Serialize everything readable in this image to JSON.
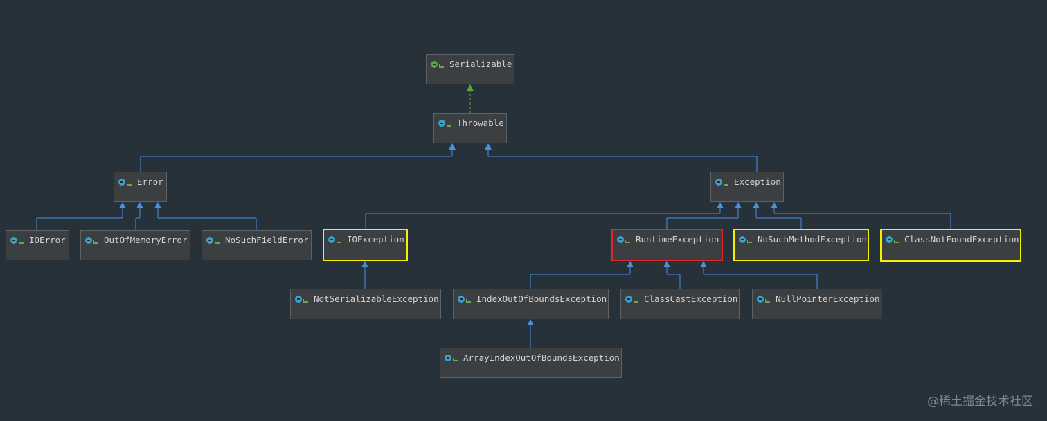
{
  "diagram": {
    "nodes": [
      {
        "id": "serializable",
        "label": "Serializable",
        "kind": "interface",
        "highlight": "none"
      },
      {
        "id": "throwable",
        "label": "Throwable",
        "kind": "class",
        "highlight": "none"
      },
      {
        "id": "error",
        "label": "Error",
        "kind": "class",
        "highlight": "none"
      },
      {
        "id": "exception",
        "label": "Exception",
        "kind": "class",
        "highlight": "none"
      },
      {
        "id": "ioerror",
        "label": "IOError",
        "kind": "class",
        "highlight": "none"
      },
      {
        "id": "outofmemoryerror",
        "label": "OutOfMemoryError",
        "kind": "class",
        "highlight": "none"
      },
      {
        "id": "nosuchfielderror",
        "label": "NoSuchFieldError",
        "kind": "class",
        "highlight": "none"
      },
      {
        "id": "ioexception",
        "label": "IOException",
        "kind": "class",
        "highlight": "yellow"
      },
      {
        "id": "runtimeexception",
        "label": "RuntimeException",
        "kind": "class",
        "highlight": "red"
      },
      {
        "id": "nosuchmethodexception",
        "label": "NoSuchMethodException",
        "kind": "class",
        "highlight": "yellow"
      },
      {
        "id": "classnotfoundexception",
        "label": "ClassNotFoundException",
        "kind": "class",
        "highlight": "yellow"
      },
      {
        "id": "notserializableexception",
        "label": "NotSerializableException",
        "kind": "class",
        "highlight": "none"
      },
      {
        "id": "indexoutofboundsexception",
        "label": "IndexOutOfBoundsException",
        "kind": "class",
        "highlight": "none"
      },
      {
        "id": "classcastexception",
        "label": "ClassCastException",
        "kind": "class",
        "highlight": "none"
      },
      {
        "id": "nullpointerexception",
        "label": "NullPointerException",
        "kind": "class",
        "highlight": "none"
      },
      {
        "id": "arrayindexoutofboundsexception",
        "label": "ArrayIndexOutOfBoundsException",
        "kind": "class",
        "highlight": "none"
      }
    ],
    "edges": [
      {
        "from": "throwable",
        "to": "serializable",
        "type": "implements"
      },
      {
        "from": "error",
        "to": "throwable",
        "type": "extends"
      },
      {
        "from": "exception",
        "to": "throwable",
        "type": "extends"
      },
      {
        "from": "ioerror",
        "to": "error",
        "type": "extends"
      },
      {
        "from": "outofmemoryerror",
        "to": "error",
        "type": "extends"
      },
      {
        "from": "nosuchfielderror",
        "to": "error",
        "type": "extends"
      },
      {
        "from": "ioexception",
        "to": "exception",
        "type": "extends"
      },
      {
        "from": "runtimeexception",
        "to": "exception",
        "type": "extends"
      },
      {
        "from": "nosuchmethodexception",
        "to": "exception",
        "type": "extends"
      },
      {
        "from": "classnotfoundexception",
        "to": "exception",
        "type": "extends"
      },
      {
        "from": "notserializableexception",
        "to": "ioexception",
        "type": "extends"
      },
      {
        "from": "indexoutofboundsexception",
        "to": "runtimeexception",
        "type": "extends"
      },
      {
        "from": "classcastexception",
        "to": "runtimeexception",
        "type": "extends"
      },
      {
        "from": "nullpointerexception",
        "to": "runtimeexception",
        "type": "extends"
      },
      {
        "from": "arrayindexoutofboundsexception",
        "to": "indexoutofboundsexception",
        "type": "extends"
      }
    ]
  },
  "colors": {
    "background": "#27313a",
    "extends_edge": "#4a90e2",
    "implements_edge": "#5aa53c",
    "highlight_yellow": "#f4f000",
    "highlight_red": "#e2262a"
  },
  "watermark": "@稀土掘金技术社区"
}
